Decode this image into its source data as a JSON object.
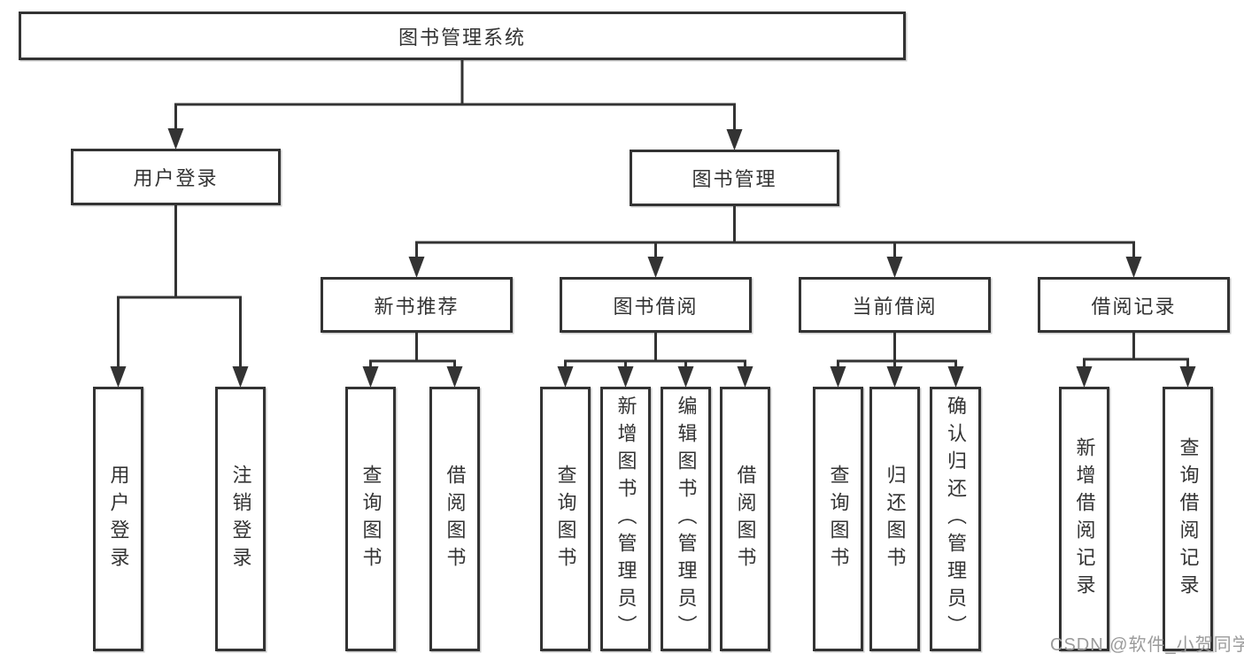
{
  "diagram": {
    "root": "图书管理系统",
    "level2": [
      {
        "label": "用户登录",
        "children": [
          "用户登录",
          "注销登录"
        ]
      },
      {
        "label": "图书管理",
        "children": [
          {
            "label": "新书推荐",
            "children": [
              "查询图书",
              "借阅图书"
            ]
          },
          {
            "label": "图书借阅",
            "children": [
              "查询图书",
              "新增图书（管理员）",
              "编辑图书（管理员）",
              "借阅图书"
            ]
          },
          {
            "label": "当前借阅",
            "children": [
              "查询图书",
              "归还图书",
              "确认归还（管理员）"
            ]
          },
          {
            "label": "借阅记录",
            "children": [
              "新增借阅记录",
              "查询借阅记录"
            ]
          }
        ]
      }
    ]
  },
  "watermark": "CSDN @软件_小贺同学",
  "colors": {
    "line": "#333333",
    "text": "#333333",
    "watermark": "#9b9b9b",
    "background": "#ffffff"
  }
}
